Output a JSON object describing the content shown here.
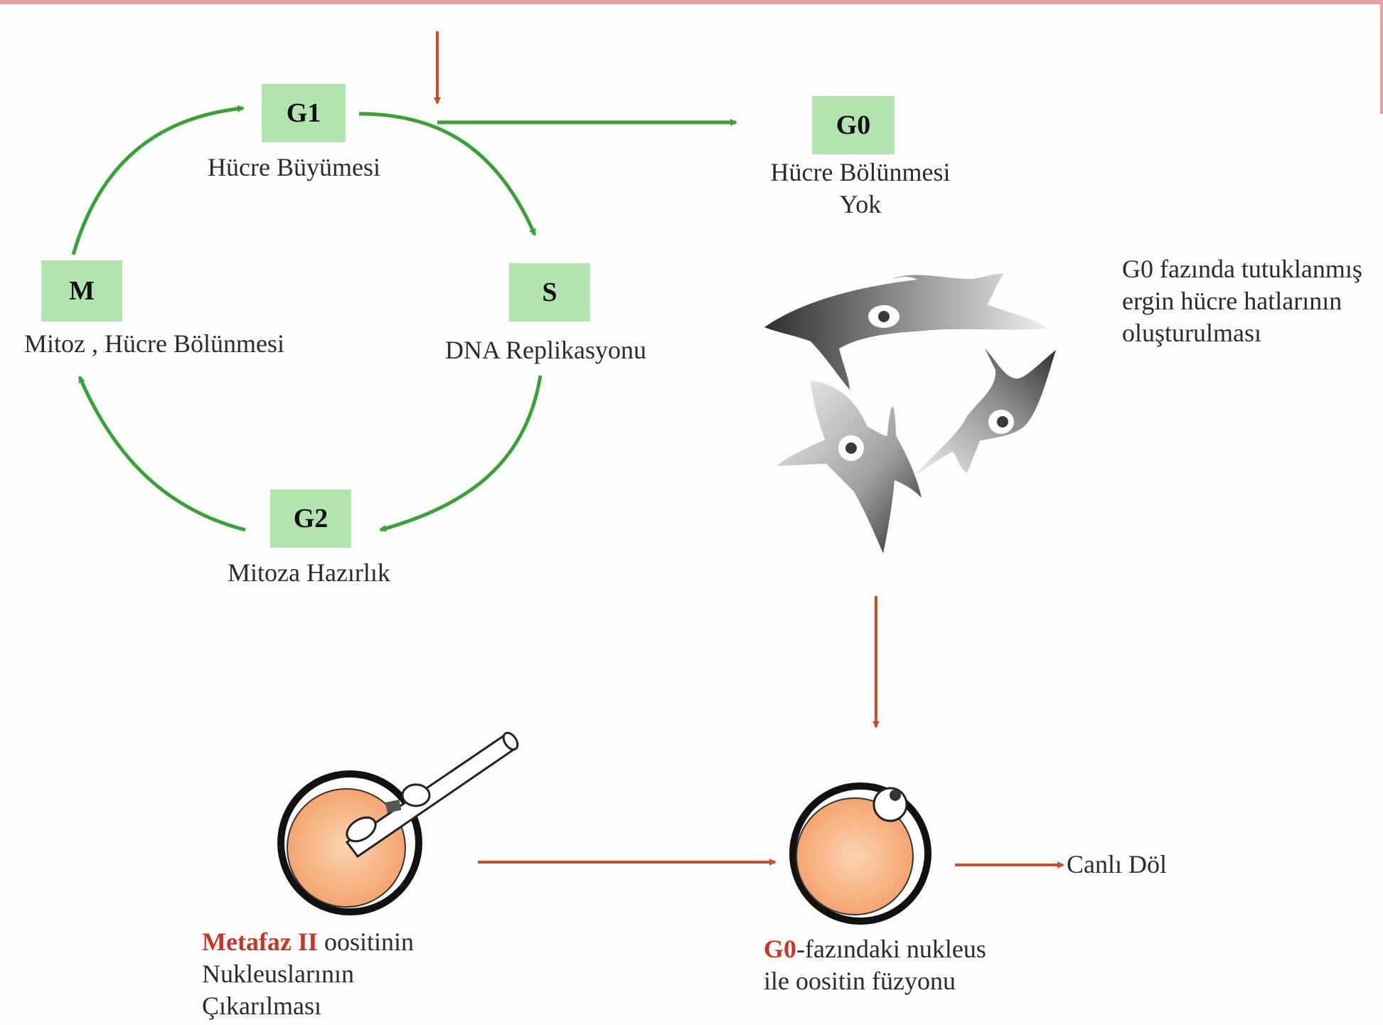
{
  "cycle": {
    "g1": {
      "code": "G1",
      "label": "Hücre Büyümesi"
    },
    "s": {
      "code": "S",
      "label": "DNA Replikasyonu"
    },
    "g2": {
      "code": "G2",
      "label": "Mitoza Hazırlık"
    },
    "m": {
      "code": "M",
      "label": "Mitoz , Hücre Bölünmesi"
    }
  },
  "g0": {
    "code": "G0",
    "label_line1": "Hücre Bölünmesi",
    "label_line2": "Yok"
  },
  "cell_lines_note": {
    "line1": "G0 fazında tutuklanmış",
    "line2": "ergin hücre hatlarının",
    "line3": "oluşturulması"
  },
  "enucleation": {
    "highlight": "Metafaz II",
    "line1_rest": " oositinin",
    "line2": "Nukleuslarının",
    "line3": "Çıkarılması"
  },
  "fusion": {
    "highlight": "G0",
    "line1_rest": "-fazındaki nukleus",
    "line2": "ile oositin füzyonu"
  },
  "offspring": {
    "label": "Canlı Döl"
  },
  "colors": {
    "cycle_arrow": "#3aa13a",
    "process_arrow": "#c0502e",
    "phase_box": "#b3e3b0",
    "highlight_text": "#c0392b",
    "oocyte_fill": "#f6b07e"
  }
}
